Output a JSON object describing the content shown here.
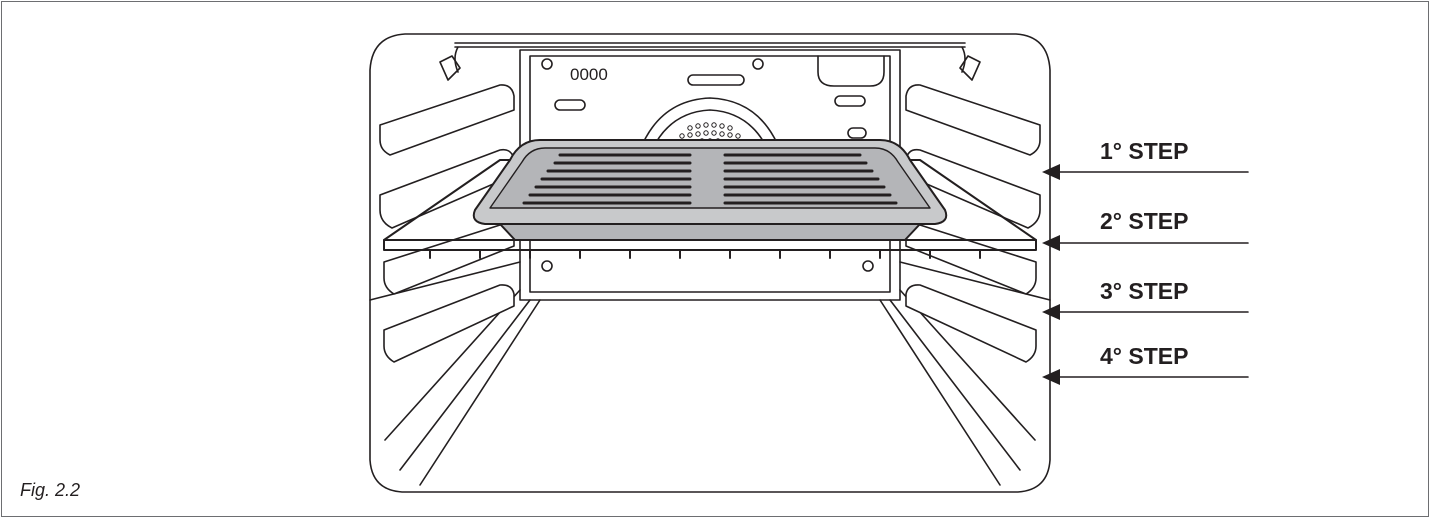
{
  "figure": {
    "caption": "Fig. 2.2",
    "title": ""
  },
  "steps": [
    {
      "label": "1° STEP"
    },
    {
      "label": "2° STEP"
    },
    {
      "label": "3° STEP"
    },
    {
      "label": "4° STEP"
    }
  ],
  "oven": {
    "lamp_code": "0000"
  },
  "colors": {
    "line": "#231f20",
    "tray_fill": "#c8c9cb",
    "tray_inner": "#b4b5b8"
  }
}
